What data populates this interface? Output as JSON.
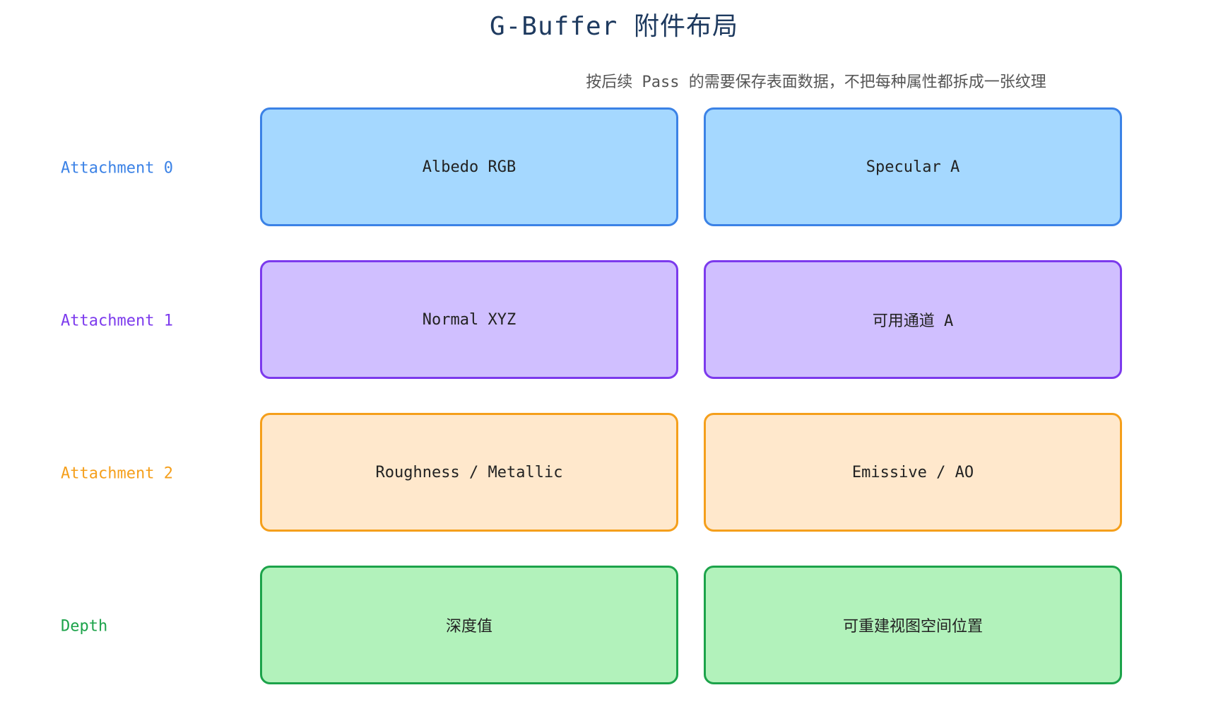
{
  "title": "G-Buffer 附件布局",
  "subtitle": "按后续 Pass 的需要保存表面数据，不把每种属性都拆成一张纹理",
  "rows": [
    {
      "label": "Attachment 0",
      "color": "#3b82e6",
      "cells": [
        "Albedo RGB",
        "Specular A"
      ]
    },
    {
      "label": "Attachment 1",
      "color": "#7c3aed",
      "cells": [
        "Normal XYZ",
        "可用通道 A"
      ]
    },
    {
      "label": "Attachment 2",
      "color": "#f59f1b",
      "cells": [
        "Roughness / Metallic",
        "Emissive / AO"
      ]
    },
    {
      "label": "Depth",
      "color": "#1ca34a",
      "cells": [
        "深度值",
        "可重建视图空间位置"
      ]
    }
  ]
}
